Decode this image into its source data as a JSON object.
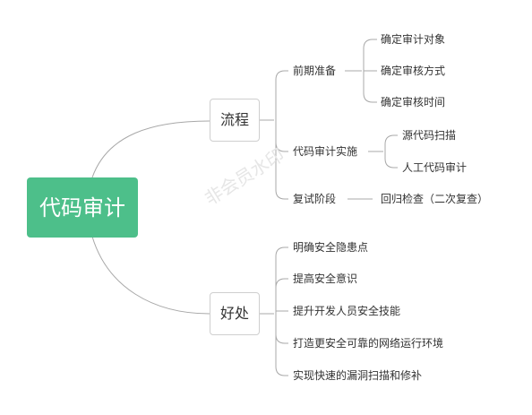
{
  "root": {
    "label": "代码审计"
  },
  "branches": [
    {
      "label": "流程",
      "children": [
        {
          "label": "前期准备",
          "children": [
            "确定审计对象",
            "确定审核方式",
            "确定审核时间"
          ]
        },
        {
          "label": "代码审计实施",
          "children": [
            "源代码扫描",
            "人工代码审计"
          ]
        },
        {
          "label": "复试阶段",
          "children": [
            "回归检查（二次复查）"
          ]
        }
      ]
    },
    {
      "label": "好处",
      "children": [
        {
          "label": "明确安全隐患点"
        },
        {
          "label": "提高安全意识"
        },
        {
          "label": "提升开发人员安全技能"
        },
        {
          "label": "打造更安全可靠的网络运行环境"
        },
        {
          "label": "实现快速的漏洞扫描和修补"
        }
      ]
    }
  ],
  "watermark": "非会员水印",
  "colors": {
    "root_fill": "#4dbf8a",
    "line": "#a8a8a8",
    "text": "#333333"
  }
}
